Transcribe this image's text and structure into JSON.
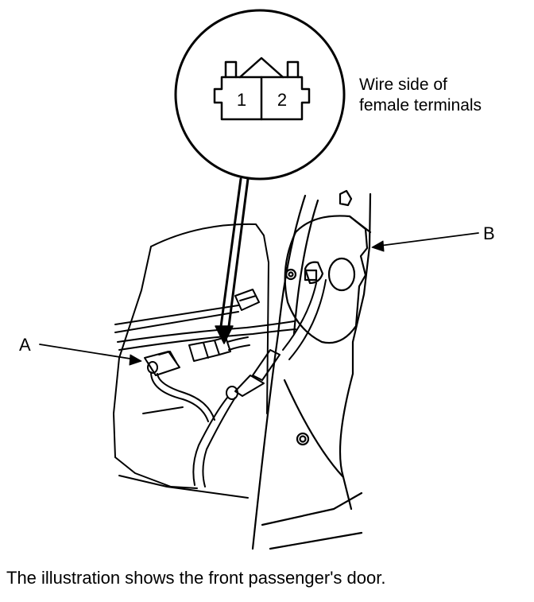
{
  "inset": {
    "terminal_1": "1",
    "terminal_2": "2",
    "label_line1": "Wire side of",
    "label_line2": "female terminals"
  },
  "callouts": {
    "a": "A",
    "b": "B"
  },
  "caption": "The illustration shows the front passenger's door.",
  "colors": {
    "ink": "#000000",
    "background": "#ffffff"
  }
}
